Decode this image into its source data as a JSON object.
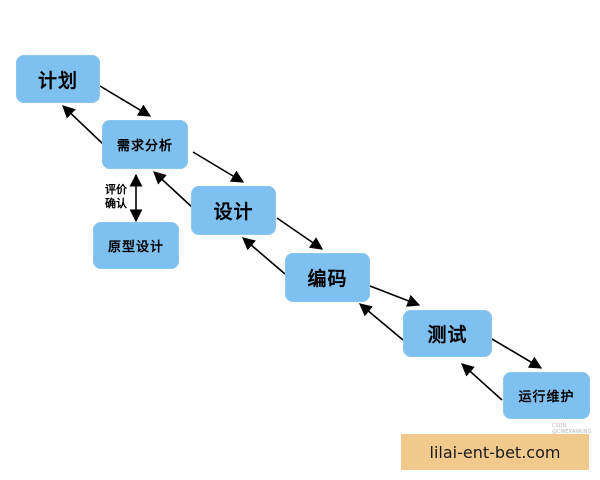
{
  "nodes": {
    "plan": "计划",
    "requirements": "需求分析",
    "prototype": "原型设计",
    "design": "设计",
    "coding": "编码",
    "testing": "测试",
    "maintenance": "运行维护"
  },
  "evaluation_label_line1": "评价",
  "evaluation_label_line2": "确认",
  "watermark": "CSDN @CWERANKING",
  "footer_text": "lilai-ent-bet.com",
  "colors": {
    "node_fill": "#7ec0f0",
    "arrow": "#000000",
    "footer_bg": "#f2c98c"
  }
}
